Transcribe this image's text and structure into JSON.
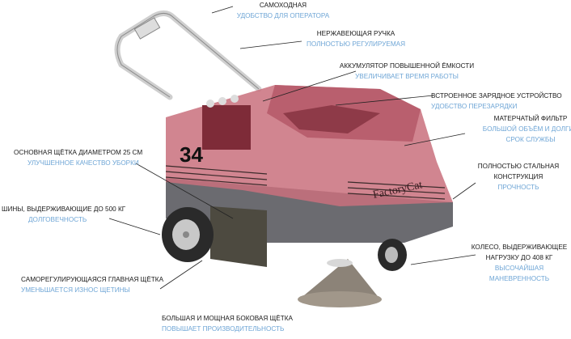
{
  "callouts": {
    "self_propelled": {
      "title": "САМОХОДНАЯ",
      "sub": "УДОБСТВО ДЛЯ ОПЕРАТОРА"
    },
    "handle": {
      "title": "НЕРЖАВЕЮЩАЯ РУЧКА",
      "sub": "ПОЛНОСТЬЮ РЕГУЛИРУЕМАЯ"
    },
    "battery": {
      "title": "АККУМУЛЯТОР ПОВЫШЕННОЙ ЁМКОСТИ",
      "sub": "УВЕЛИЧИВАЕТ ВРЕМЯ РАБОТЫ"
    },
    "charger": {
      "title": "ВСТРОЕННОЕ ЗАРЯДНОЕ УСТРОЙСТВО",
      "sub": "УДОБСТВО ПЕРЕЗАРЯДКИ"
    },
    "filter": {
      "title": "МАТЕРЧАТЫЙ ФИЛЬТР",
      "sub1": "БОЛЬШОЙ ОБЪЁМ И ДОЛГИЙ",
      "sub2": "СРОК СЛУЖБЫ"
    },
    "main_brush": {
      "title": "ОСНОВНАЯ ЩЁТКА ДИАМЕТРОМ 25 СМ",
      "sub": "УЛУЧШЕННОЕ КАЧЕСТВО УБОРКИ"
    },
    "tires": {
      "title": "ШИНЫ, ВЫДЕРЖИВАЮЩИЕ ДО 500 КГ",
      "sub": "ДОЛГОВЕЧНОСТЬ"
    },
    "self_adjusting": {
      "title": "САМОРЕГУЛИРУЮЩАЯСЯ ГЛАВНАЯ  ЩЁТКА",
      "sub": "УМЕНЬШАЕТСЯ ИЗНОС ЩЕТИНЫ"
    },
    "side_brush": {
      "title": "БОЛЬШАЯ И МОЩНАЯ БОКОВАЯ ЩЁТКА",
      "sub": "ПОВЫШАЕТ ПРОИЗВОДИТЕЛЬНОСТЬ"
    },
    "steel": {
      "title1": "ПОЛНОСТЬЮ СТАЛЬНАЯ",
      "title2": "КОНСТРУКЦИЯ",
      "sub": "ПРОЧНОСТЬ"
    },
    "caster": {
      "title1": "КОЛЕСО, ВЫДЕРЖИВАЮЩЕЕ",
      "title2": "НАГРУЗКУ ДО 408 КГ",
      "sub1": "ВЫСОЧАЙШАЯ",
      "sub2": "МАНЕВРЕННОСТЬ"
    }
  },
  "machine": {
    "number": "34",
    "brand": "FactoryCat"
  },
  "colors": {
    "title": "#1a1a1a",
    "sub": "#6fa6d6",
    "body": "#c9707c",
    "line": "#222222"
  }
}
